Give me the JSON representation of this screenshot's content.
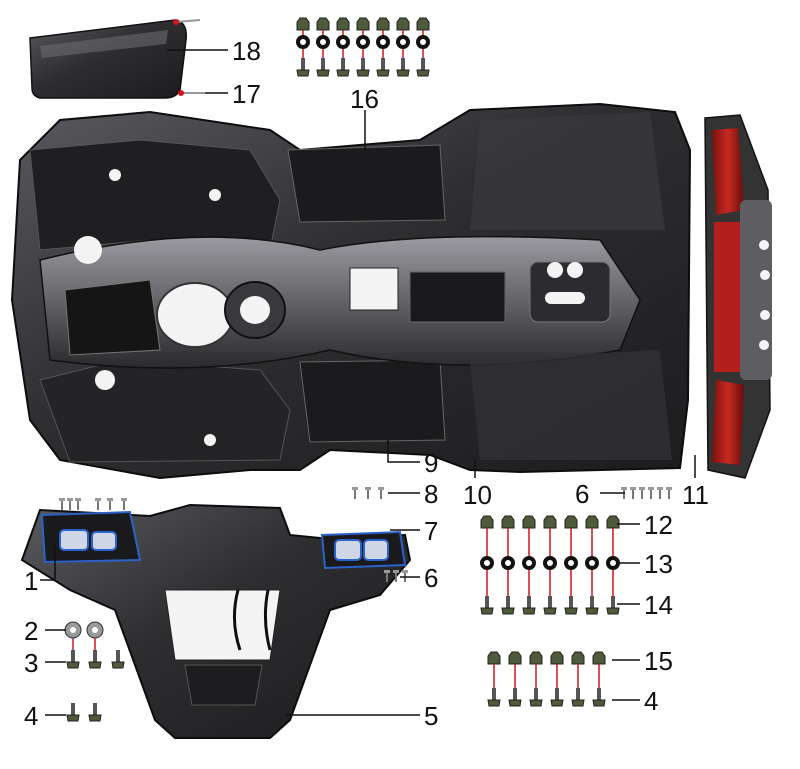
{
  "diagram": {
    "callouts": [
      {
        "id": "c1",
        "label": "1"
      },
      {
        "id": "c2",
        "label": "2"
      },
      {
        "id": "c3",
        "label": "3"
      },
      {
        "id": "c4a",
        "label": "4"
      },
      {
        "id": "c5",
        "label": "5"
      },
      {
        "id": "c6a",
        "label": "6"
      },
      {
        "id": "c6b",
        "label": "6"
      },
      {
        "id": "c7",
        "label": "7"
      },
      {
        "id": "c8",
        "label": "8"
      },
      {
        "id": "c9",
        "label": "9"
      },
      {
        "id": "c10",
        "label": "10"
      },
      {
        "id": "c11",
        "label": "11"
      },
      {
        "id": "c12",
        "label": "12"
      },
      {
        "id": "c13",
        "label": "13"
      },
      {
        "id": "c14",
        "label": "14"
      },
      {
        "id": "c15",
        "label": "15"
      },
      {
        "id": "c4b",
        "label": "4"
      },
      {
        "id": "c16",
        "label": "16"
      },
      {
        "id": "c17",
        "label": "17"
      },
      {
        "id": "c18",
        "label": "18"
      }
    ]
  },
  "colors": {
    "body_dark": "#2b2b2d",
    "body_mid": "#4a4a4e",
    "body_light": "#8c8c92",
    "lens_red": "#b3201c",
    "lens_dark": "#6e0f0d",
    "bolt_green": "#4f5a3a",
    "washer_black": "#111111",
    "lead_red": "#d0141a",
    "led_blue": "#2a62c9"
  }
}
